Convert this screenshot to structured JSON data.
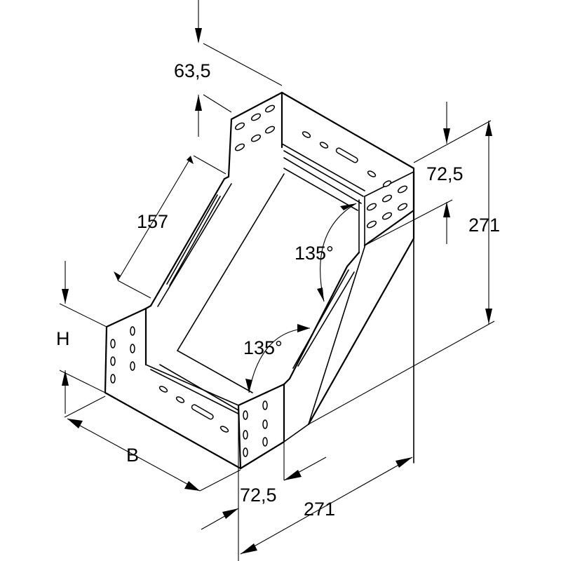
{
  "diagram": {
    "colors": {
      "line": "#000000",
      "background": "#ffffff"
    },
    "labels": {
      "top_flange": "63,5",
      "upper_length": "157",
      "angle_upper": "135°",
      "angle_lower": "135°",
      "height": "H",
      "width": "B",
      "right_offset": "72,5",
      "right_height": "271",
      "bottom_offset": "72,5",
      "bottom_length": "271"
    }
  }
}
